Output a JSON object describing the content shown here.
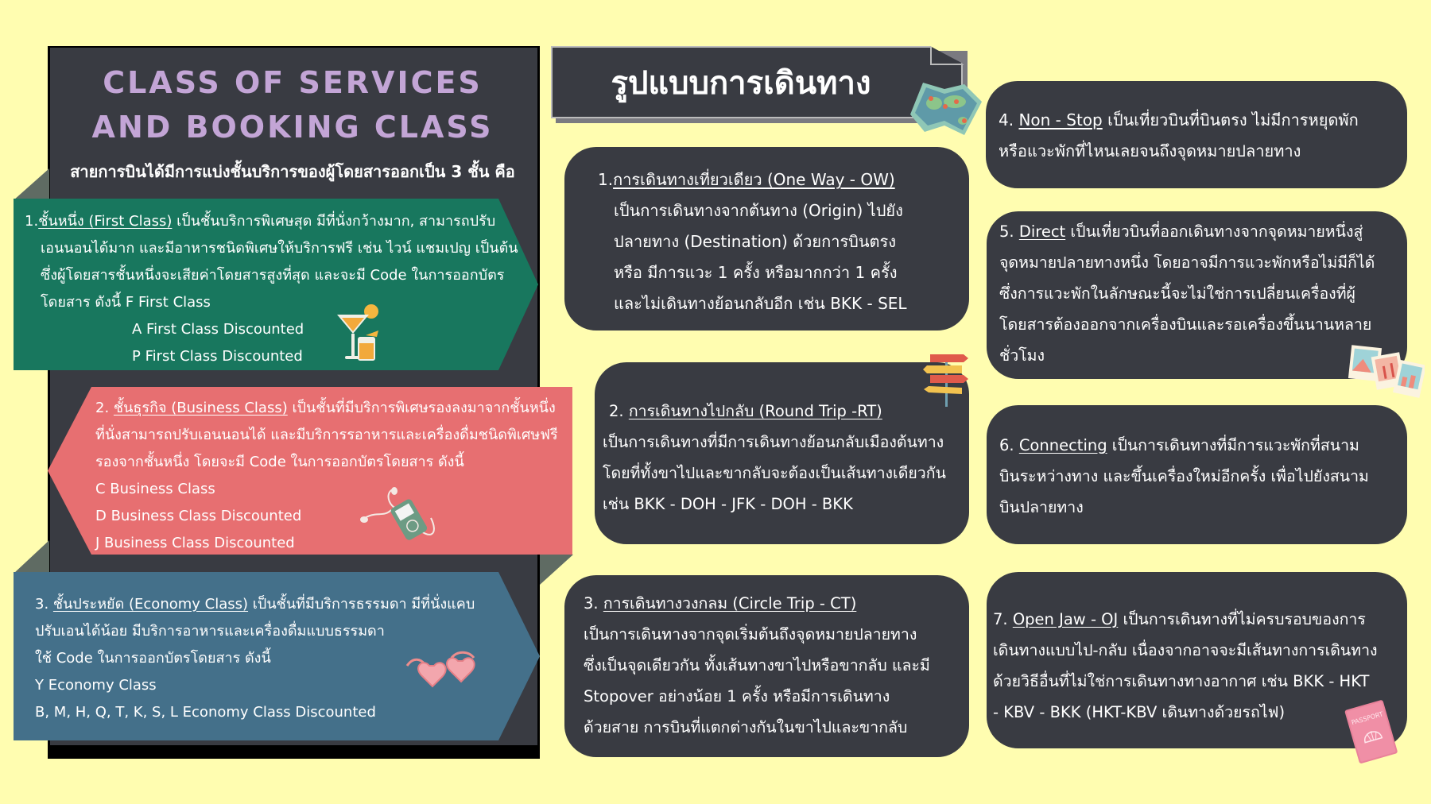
{
  "colors": {
    "background": "#fffdb0",
    "panel_dark": "#393b42",
    "title_purple": "#c3a5d6",
    "first_class_green": "#18775e",
    "business_class_red": "#e76f71",
    "economy_class_blue": "#44708a"
  },
  "left": {
    "title_line1": "CLASS OF SERVICES",
    "title_line2": "AND BOOKING CLASS",
    "intro": "สายการบินได้มีการแบ่งชั้นบริการของผู้โดยสารออกเป็น 3 ชั้น คือ",
    "first": {
      "number": "1.",
      "heading": "ชั้นหนึ่ง (First Class)",
      "lines": [
        " เป็นชั้นบริการพิเศษสุด มีที่นั่งกว้างมาก, สามารถปรับ",
        "เอนนอนได้มาก และมีอาหารชนิดพิเศษให้บริการฟรี เช่น ไวน์ แชมเปญ เป็นต้น",
        "ซึ่งผู้โดยสารชั้นหนึ่งจะเสียค่าโดยสารสูงที่สุด และจะมี Code ในการออกบัตร",
        "โดยสาร ดังนี้ F First Class"
      ],
      "codes": [
        "A First Class Discounted",
        "P First Class Discounted"
      ]
    },
    "business": {
      "number": "2. ",
      "heading": "ชั้นธุรกิจ (Business Class)",
      "lines": [
        " เป็นชั้นที่มีบริการพิเศษรองลงมาจากชั้นหนึ่ง",
        "ที่นั่งสามารถปรับเอนนอนได้ และมีบริการรอาหารและเครื่องดื่มชนิดพิเศษฟรี",
        "รองจากชั้นหนึ่ง โดยจะมี Code ในการออกบัตรโดยสาร ดังนี้"
      ],
      "codes": [
        "C Business Class",
        "D Business Class Discounted",
        "J Business Class Discounted"
      ]
    },
    "economy": {
      "number": "3. ",
      "heading": "ชั้นประหยัด (Economy Class)",
      "lines": [
        " เป็นชั้นที่มีบริการธรรมดา มีที่นั่งแคบ",
        "ปรับเอนได้น้อย มีบริการอาหารและเครื่องดื่มแบบธรรมดา",
        "ใช้ Code ในการออกบัตรโดยสาร ดังนี้"
      ],
      "codes": [
        "Y Economy Class",
        "B, M, H, Q, T, K, S, L Economy Class Discounted"
      ]
    }
  },
  "middle": {
    "title": "รูปแบบการเดินทาง",
    "one_way": {
      "number": "1.",
      "heading": "การเดินทางเที่ยวเดียว (One Way - OW)",
      "lines": [
        "เป็นการเดินทางจากต้นทาง (Origin) ไปยัง",
        "ปลายทาง (Destination) ด้วยการบินตรง",
        "หรือ มีการแวะ 1 ครั้ง หรือมากกว่า 1 ครั้ง",
        "และไม่เดินทางย้อนกลับอีก เช่น BKK - SEL"
      ]
    },
    "round_trip": {
      "number": "2. ",
      "heading": "การเดินทางไปกลับ (Round Trip -RT)",
      "lines": [
        "เป็นการเดินทางที่มีการเดินทางย้อนกลับเมืองต้นทาง",
        "โดยที่ทั้งขาไปและขากลับจะต้องเป็นเส้นทางเดียวกัน",
        "เช่น BKK - DOH - JFK - DOH - BKK"
      ]
    },
    "circle_trip": {
      "number": "3. ",
      "heading": "การเดินทางวงกลม (Circle Trip - CT)",
      "lines": [
        "เป็นการเดินทางจากจุดเริ่มต้นถึงจุดหมายปลายทาง",
        "ซึ่งเป็นจุดเดียวกัน ทั้งเส้นทางขาไปหรือขากลับ และมี",
        "Stopover อย่างน้อย 1 ครั้ง หรือมีการเดินทาง",
        "ด้วยสาย การบินที่แตกต่างกันในขาไปและขากลับ"
      ]
    }
  },
  "right": {
    "non_stop": {
      "number": "4. ",
      "heading": "Non - Stop",
      "lines": [
        " เป็นเที่ยวบินที่บินตรง ไม่มีการหยุดพัก",
        "หรือแวะพักที่ไหนเลยจนถึงจุดหมายปลายทาง"
      ]
    },
    "direct": {
      "number": "5. ",
      "heading": "Direct",
      "lines": [
        " เป็นเที่ยวบินที่ออกเดินทางจากจุดหมายหนึ่งสู่",
        "จุดหมายปลายทางหนึ่ง โดยอาจมีการแวะพักหรือไม่มีก็ได้",
        "ซึ่งการแวะพักในลักษณะนี้จะไม่ใช่การเปลี่ยนเครื่องที่ผู้",
        "โดยสารต้องออกจากเครื่องบินและรอเครื่องขึ้นนานหลาย",
        "ชั่วโมง"
      ]
    },
    "connecting": {
      "number": "6. ",
      "heading": "Connecting",
      "lines": [
        " เป็นการเดินทางที่มีการแวะพักที่สนาม",
        "บินระหว่างทาง และขึ้นเครื่องใหม่อีกครั้ง เพื่อไปยังสนาม",
        "บินปลายทาง"
      ]
    },
    "open_jaw": {
      "number": "7. ",
      "heading": "Open Jaw - OJ",
      "lines": [
        " เป็นการเดินทางที่ไม่ครบรอบของการ",
        "เดินทางแบบไป-กลับ เนื่องจากอาจจะมีเส้นทางการเดินทาง",
        "ด้วยวิธีอื่นที่ไม่ใช่การเดินทางทางอากาศ เช่น BKK - HKT",
        "- KBV - BKK (HKT-KBV เดินทางด้วยรถไฟ)"
      ]
    }
  },
  "icons": {
    "cocktail": "cocktail-icon",
    "music_player": "music-player-icon",
    "heart_sunglasses": "heart-sunglasses-icon",
    "world_map": "world-map-icon",
    "signpost": "signpost-icon",
    "photos": "photos-icon",
    "passport": "passport-icon",
    "passport_label": "PASSPORT"
  }
}
